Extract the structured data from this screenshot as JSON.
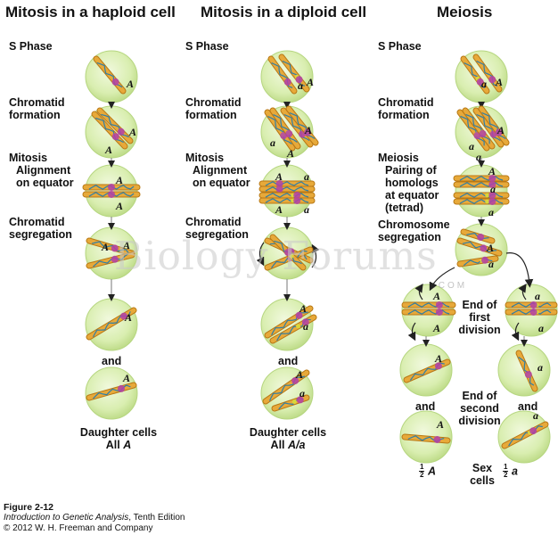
{
  "titles": {
    "haploid": "Mitosis in a haploid cell",
    "diploid": "Mitosis in a diploid cell",
    "meiosis": "Meiosis"
  },
  "haploid": {
    "s_phase": "S Phase",
    "chromatid_formation": [
      "Chromatid",
      "formation"
    ],
    "mitosis_alignment": [
      "Mitosis",
      "Alignment",
      "on equator"
    ],
    "chromatid_segregation": [
      "Chromatid",
      "segregation"
    ],
    "and": "and",
    "daughter": "Daughter cells",
    "all": "All ",
    "all_allele": "A"
  },
  "diploid": {
    "s_phase": "S Phase",
    "chromatid_formation": [
      "Chromatid",
      "formation"
    ],
    "mitosis_alignment": [
      "Mitosis",
      "Alignment",
      "on equator"
    ],
    "chromatid_segregation": [
      "Chromatid",
      "segregation"
    ],
    "and": "and",
    "daughter": "Daughter cells",
    "all": "All ",
    "all_allele": "A/a"
  },
  "meiosis": {
    "s_phase": "S Phase",
    "chromatid_formation": [
      "Chromatid",
      "formation"
    ],
    "pairing": [
      "Meiosis",
      "Pairing of",
      "homologs",
      "at equator",
      "(tetrad)"
    ],
    "chromosome_segregation": [
      "Chromosome",
      "segregation"
    ],
    "end_first": [
      "End of",
      "first",
      "division"
    ],
    "end_second": [
      "End of",
      "second",
      "division"
    ],
    "and": "and",
    "half_a_left": "A",
    "half_a_right": "a",
    "half_num": "1",
    "half_den": "2",
    "sex_cells": [
      "Sex",
      "cells"
    ]
  },
  "alleles": {
    "dominant": "A",
    "recessive": "a"
  },
  "caption": {
    "figure": "Figure 2-12",
    "book": "Introduction to Genetic Analysis",
    "edition": ", Tenth Edition",
    "copyright": "© 2012 W. H. Freeman and Company"
  },
  "watermark": {
    "text": "Biology Forums",
    "sub": ".COM"
  },
  "colors": {
    "cell_fill": "#d6ecac",
    "cell_center": "#eef7d8",
    "cell_edge": "#b6d680",
    "chromatid": "#e7a93a",
    "chromatid_dark": "#b87815",
    "helix": "#2e7fa8",
    "centromere": "#b23fa8",
    "recessive_band": "#d9d63a"
  }
}
